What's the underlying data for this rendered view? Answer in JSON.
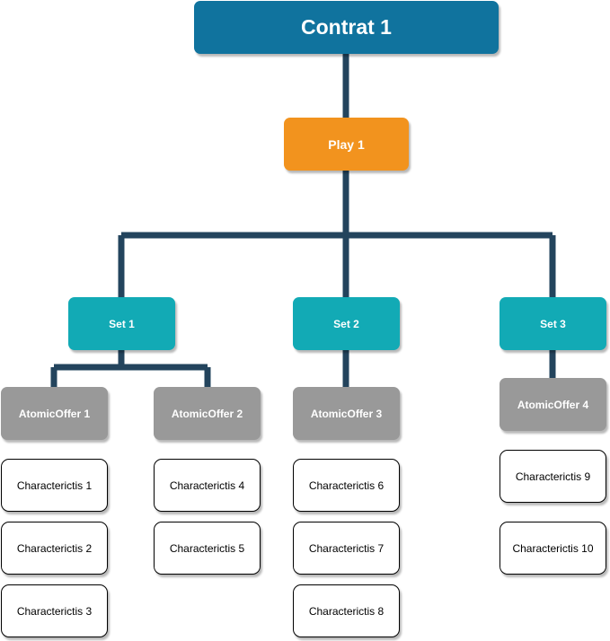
{
  "contract": {
    "label": "Contrat 1"
  },
  "play": {
    "label": "Play 1"
  },
  "sets": [
    {
      "label": "Set 1"
    },
    {
      "label": "Set 2"
    },
    {
      "label": "Set 3"
    }
  ],
  "offers": [
    {
      "label": "AtomicOffer 1"
    },
    {
      "label": "AtomicOffer 2"
    },
    {
      "label": "AtomicOffer 3"
    },
    {
      "label": "AtomicOffer 4"
    }
  ],
  "characteristics": [
    {
      "label": "Characterictis 1"
    },
    {
      "label": "Characterictis 2"
    },
    {
      "label": "Characterictis 3"
    },
    {
      "label": "Characterictis 4"
    },
    {
      "label": "Characterictis 5"
    },
    {
      "label": "Characterictis 6"
    },
    {
      "label": "Characterictis 7"
    },
    {
      "label": "Characterictis 8"
    },
    {
      "label": "Characterictis 9"
    },
    {
      "label": "Characterictis 10"
    }
  ],
  "colors": {
    "contract": "#10739E",
    "play": "#F2931E",
    "set": "#12AAB5",
    "offer": "#999999",
    "connector": "#23445D"
  }
}
